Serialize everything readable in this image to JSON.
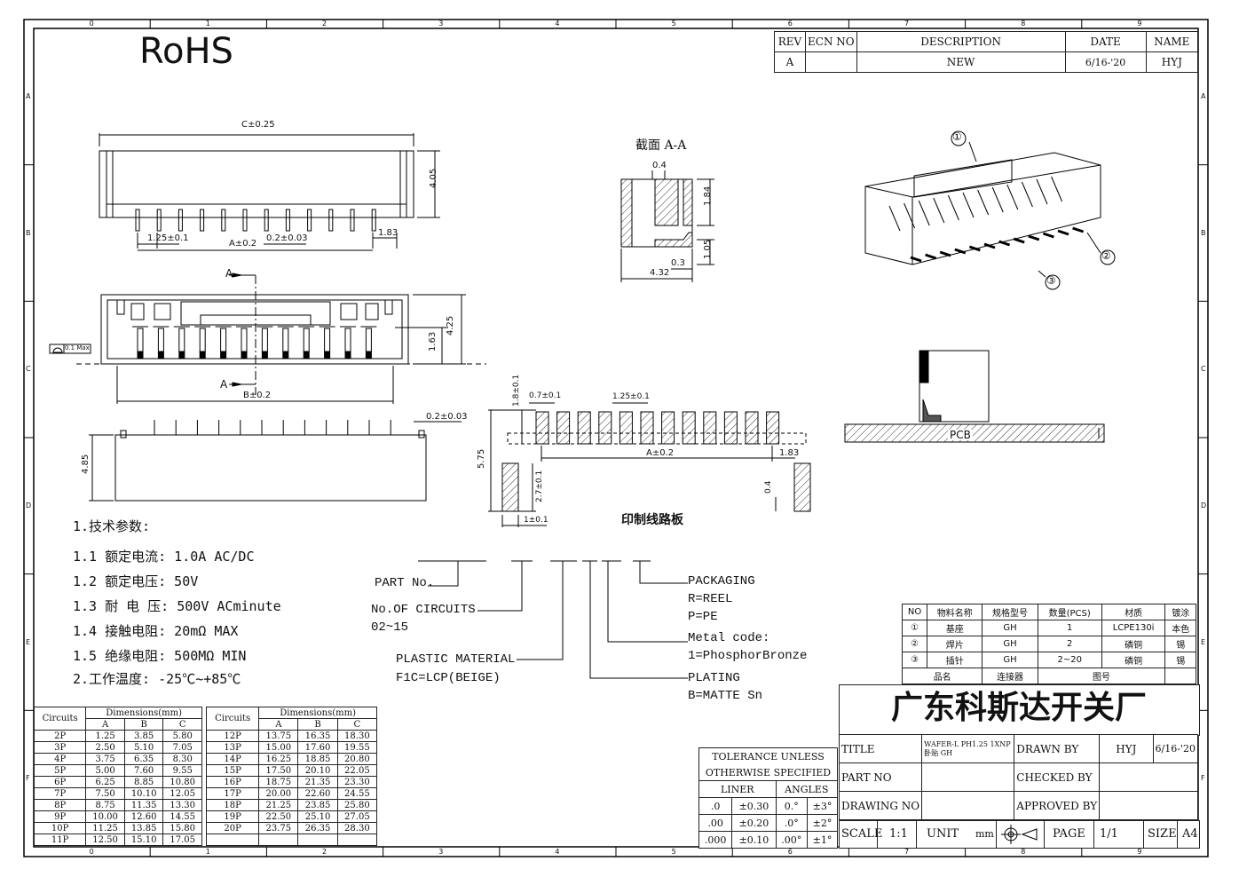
{
  "rohs": "RoHS",
  "border": {
    "columns": [
      "0",
      "1",
      "2",
      "3",
      "4",
      "5",
      "6",
      "7",
      "8",
      "9"
    ],
    "rows": [
      "A",
      "B",
      "C",
      "D",
      "E",
      "F"
    ]
  },
  "revision": {
    "headers": [
      "REV",
      "ECN NO",
      "DESCRIPTION",
      "DATE",
      "NAME"
    ],
    "row": {
      "rev": "A",
      "ecn": "",
      "description": "NEW",
      "date": "6/16-'20",
      "name": "HYJ"
    }
  },
  "front_view": {
    "c_dim": "C±0.25",
    "height": "4.05",
    "pitch": "1.25±0.1",
    "a_dim": "A±0.2",
    "pin_width": "0.2±0.03",
    "end_offset": "1.83"
  },
  "top_view": {
    "section_mark": "A",
    "b_dim": "B±0.2",
    "height_total": "4.25",
    "height_inner": "1.63",
    "flatness_label": "0.1 Max"
  },
  "side_view": {
    "height": "4.85",
    "pin_width": "0.2±0.03"
  },
  "section_view": {
    "title": "截面  A-A",
    "d1": "0.4",
    "d2": "1.84",
    "d3": "1.05",
    "d4": "0.3",
    "d5": "4.32"
  },
  "callouts": [
    "①",
    "②",
    "③"
  ],
  "pcb_label": "PCB",
  "pcb_layout": {
    "title": "印制线路板",
    "pad_h": "1.8±0.1",
    "pad_w": "0.7±0.1",
    "pitch": "1.25±0.1",
    "a_dim": "A±0.2",
    "end": "1.83",
    "total_h": "5.75",
    "mount_h": "2.7±0.1",
    "mount_w": "1±0.1",
    "gap": "0.4",
    "signal_pads": 12
  },
  "specs": {
    "heading": "1.技术参数:",
    "items": [
      "1.1 额定电流: 1.0A AC/DC",
      "1.2 额定电压: 50V",
      "1.3 耐 电 压: 500V ACminute",
      "1.4 接触电阻: 20mΩ  MAX",
      "1.5 绝缘电阻: 500MΩ  MIN"
    ],
    "temperature": "2.工作温度: -25℃~+85℃"
  },
  "part_number": {
    "part_no": "PART No.",
    "circuits_label": "No.OF CIRCUITS",
    "circuits_range": "02~15",
    "plastic_label": "PLASTIC MATERIAL",
    "plastic_value": "F1C=LCP(BEIGE)",
    "packaging_label": "PACKAGING",
    "packaging_r": "R=REEL",
    "packaging_p": "P=PE",
    "metal_label": "Metal code:",
    "metal_value": "1=PhosphorBronze",
    "plating_label": "PLATING",
    "plating_value": "B=MATTE Sn"
  },
  "dimension_tables": {
    "circuits_header": "Circuits",
    "dimensions_header": "Dimensions(mm)",
    "cols": [
      "A",
      "B",
      "C"
    ],
    "left": [
      [
        "2P",
        "1.25",
        "3.85",
        "5.80"
      ],
      [
        "3P",
        "2.50",
        "5.10",
        "7.05"
      ],
      [
        "4P",
        "3.75",
        "6.35",
        "8.30"
      ],
      [
        "5P",
        "5.00",
        "7.60",
        "9.55"
      ],
      [
        "6P",
        "6.25",
        "8.85",
        "10.80"
      ],
      [
        "7P",
        "7.50",
        "10.10",
        "12.05"
      ],
      [
        "8P",
        "8.75",
        "11.35",
        "13.30"
      ],
      [
        "9P",
        "10.00",
        "12.60",
        "14.55"
      ],
      [
        "10P",
        "11.25",
        "13.85",
        "15.80"
      ],
      [
        "11P",
        "12.50",
        "15.10",
        "17.05"
      ]
    ],
    "right": [
      [
        "12P",
        "13.75",
        "16.35",
        "18.30"
      ],
      [
        "13P",
        "15.00",
        "17.60",
        "19.55"
      ],
      [
        "14P",
        "16.25",
        "18.85",
        "20.80"
      ],
      [
        "15P",
        "17.50",
        "20.10",
        "22.05"
      ],
      [
        "16P",
        "18.75",
        "21.35",
        "23.30"
      ],
      [
        "17P",
        "20.00",
        "22.60",
        "24.55"
      ],
      [
        "18P",
        "21.25",
        "23.85",
        "25.80"
      ],
      [
        "19P",
        "22.50",
        "25.10",
        "27.05"
      ],
      [
        "20P",
        "23.75",
        "26.35",
        "28.30"
      ],
      [
        "",
        "",
        "",
        ""
      ]
    ]
  },
  "bom": {
    "headers": [
      "NO",
      "物料名称",
      "规格型号",
      "数量(PCS)",
      "材质",
      "镀涂"
    ],
    "rows": [
      [
        "①",
        "基座",
        "GH",
        "1",
        "LCPE130i",
        "本色"
      ],
      [
        "②",
        "焊片",
        "GH",
        "2",
        "磷铜",
        "锡"
      ],
      [
        "③",
        "插针",
        "GH",
        "2~20",
        "磷铜",
        "锡"
      ]
    ],
    "footer": [
      "品名",
      "连接器",
      "图号",
      ""
    ]
  },
  "tolerance": {
    "title1": "TOLERANCE UNLESS",
    "title2": "OTHERWISE SPECIFIED",
    "liner": "LINER",
    "angles": "ANGLES",
    "rows": [
      [
        ".0",
        "±0.30",
        "0.°",
        "±3°"
      ],
      [
        ".00",
        "±0.20",
        ".0°",
        "±2°"
      ],
      [
        ".000",
        "±0.10",
        ".00°",
        "±1°"
      ]
    ]
  },
  "title_block": {
    "company": "广东科斯达开关厂",
    "title_label": "TITLE",
    "title_value_1": "WAFER-L PH1.25 1XNP",
    "title_value_2": "卧贴 GH",
    "drawn_by_label": "DRAWN BY",
    "drawn_by": "HYJ",
    "drawn_date": "6/16-'20",
    "part_no_label": "PART NO",
    "part_no": "",
    "checked_by_label": "CHECKED BY",
    "checked_by": "",
    "drawing_no_label": "DRAWING NO",
    "drawing_no": "",
    "approved_by_label": "APPROVED BY",
    "approved_by": "",
    "scale_label": "SCALE",
    "scale": "1:1",
    "unit_label": "UNIT",
    "unit": "mm",
    "page_label": "PAGE",
    "page": "1/1",
    "size_label": "SIZE",
    "size": "A4"
  }
}
